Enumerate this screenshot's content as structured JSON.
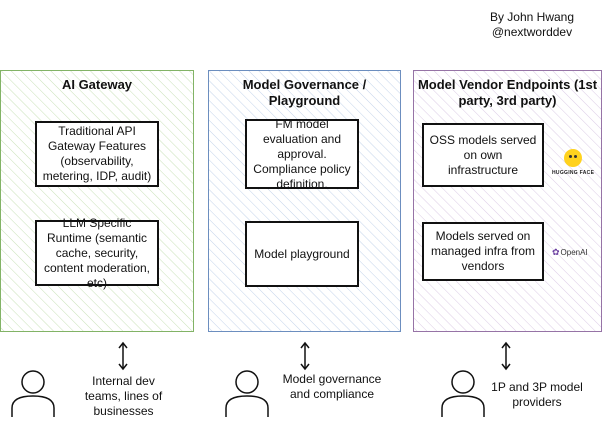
{
  "author": {
    "line1": "By John Hwang",
    "line2": "@nextworddev"
  },
  "panels": [
    {
      "title": "AI Gateway",
      "color": "#82b366",
      "boxes": [
        "Traditional API Gateway Features (observability, metering, IDP, audit)",
        "LLM Specific Runtime (semantic cache, security, content moderation, etc)"
      ],
      "caption": "Internal dev teams, lines of businesses"
    },
    {
      "title": "Model Governance / Playground",
      "color": "#6c8ebf",
      "boxes": [
        "FM model evaluation and approval. Compliance policy definition.",
        "Model playground"
      ],
      "caption": "Model governance and compliance"
    },
    {
      "title": "Model Vendor Endpoints (1st party, 3rd party)",
      "color": "#9673a6",
      "boxes": [
        "OSS models served on own infrastructure",
        "Models served on managed infra from vendors"
      ],
      "caption": "1P and 3P model providers"
    }
  ],
  "logos": {
    "huggingface": {
      "text": "HUGGING FACE",
      "icon": "hugging-face-logo"
    },
    "openai": {
      "text": "OpenAI",
      "icon": "openai-logo"
    }
  }
}
